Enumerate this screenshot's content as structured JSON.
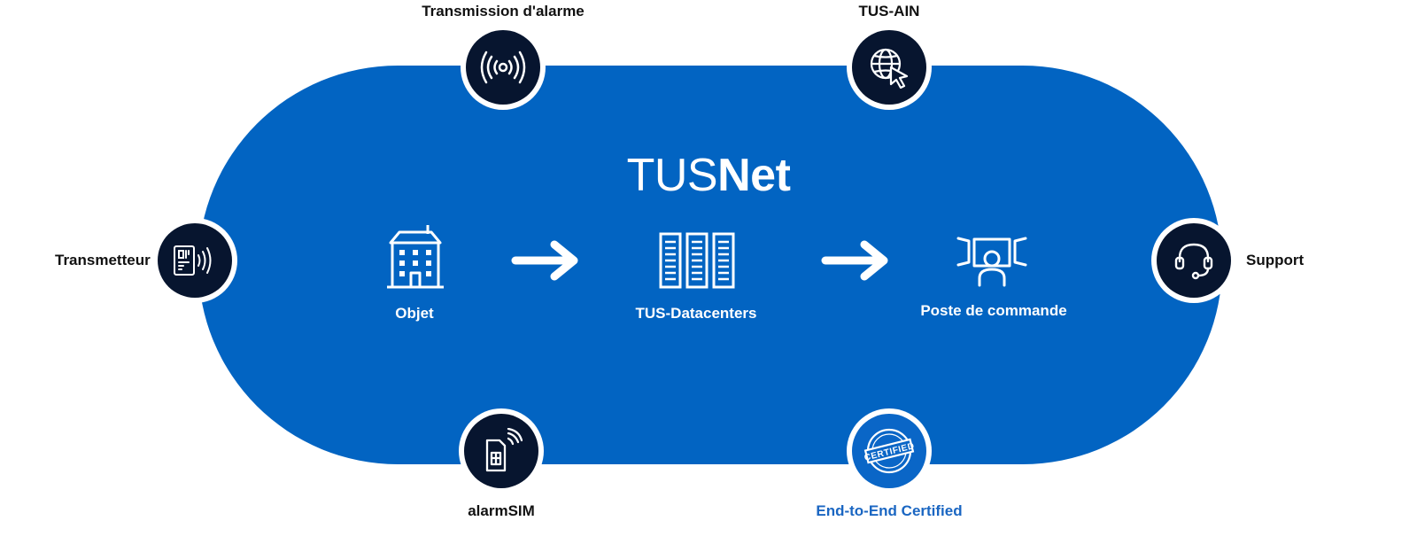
{
  "diagram": {
    "title_light": "TUS",
    "title_bold": "Net",
    "flow": [
      {
        "label": "Objet",
        "icon": "building-icon"
      },
      {
        "label": "TUS-Datacenters",
        "icon": "server-racks-icon"
      },
      {
        "label": "Poste de commande",
        "icon": "control-room-operator-icon"
      }
    ],
    "nodes": {
      "alarm_transmission": {
        "label": "Transmission d'alarme",
        "icon": "radio-signal-icon"
      },
      "tus_ain": {
        "label": "TUS-AIN",
        "icon": "globe-cursor-icon"
      },
      "transmitter": {
        "label": "Transmetteur",
        "icon": "transmitter-device-icon"
      },
      "support": {
        "label": "Support",
        "icon": "headset-icon"
      },
      "alarmsim": {
        "label": "alarmSIM",
        "icon": "sim-card-signal-icon"
      },
      "certified": {
        "label": "End-to-End Certified",
        "icon": "certified-stamp-icon"
      }
    },
    "colors": {
      "shape_blue": "#0264c2",
      "node_dark": "#07152f",
      "accent_label": "#1a66c2"
    }
  }
}
